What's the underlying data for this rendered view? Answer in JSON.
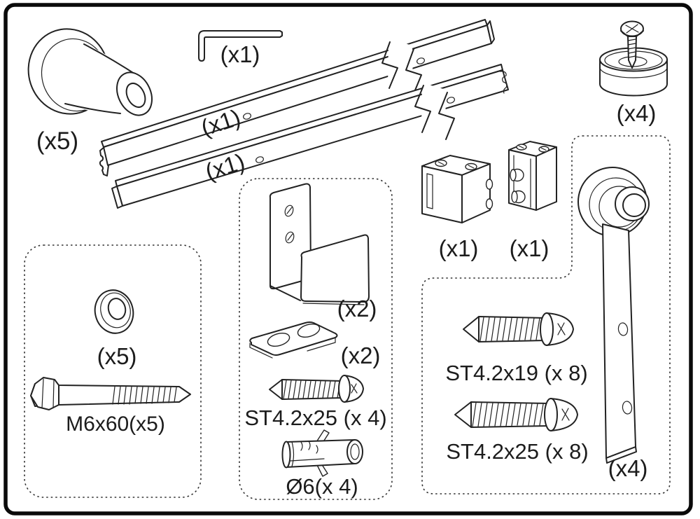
{
  "colors": {
    "ink": "#222222",
    "paper": "#ffffff"
  },
  "parts": {
    "wall_spacer": {
      "qty_label": "(x5)"
    },
    "hex_key": {
      "qty_label": "(x1)"
    },
    "rail_upper": {
      "qty_label": "(x1)"
    },
    "rail_lower": {
      "qty_label": "(x1)"
    },
    "anti_jump_disc": {
      "qty_label": "(x4)"
    },
    "door_stopper_left": {
      "qty_label": "(x1)"
    },
    "door_stopper_right": {
      "qty_label": "(x1)"
    },
    "washer": {
      "qty_label": "(x5)"
    },
    "hex_bolt": {
      "spec_label": "M6x60(x5)"
    },
    "floor_guide": {
      "qty_label": "(x2)"
    },
    "guide_plate": {
      "qty_label": "(x2)"
    },
    "screw_st42x25_x4": {
      "spec_label": "ST4.2x25 (x 4)"
    },
    "wall_anchor": {
      "spec_label": "Ø6(x 4)"
    },
    "screw_st42x19_x8": {
      "spec_label": "ST4.2x19 (x 8)"
    },
    "screw_st42x25_x8": {
      "spec_label": "ST4.2x25 (x 8)"
    },
    "hanger_strap": {
      "qty_label": "(x4)"
    }
  }
}
